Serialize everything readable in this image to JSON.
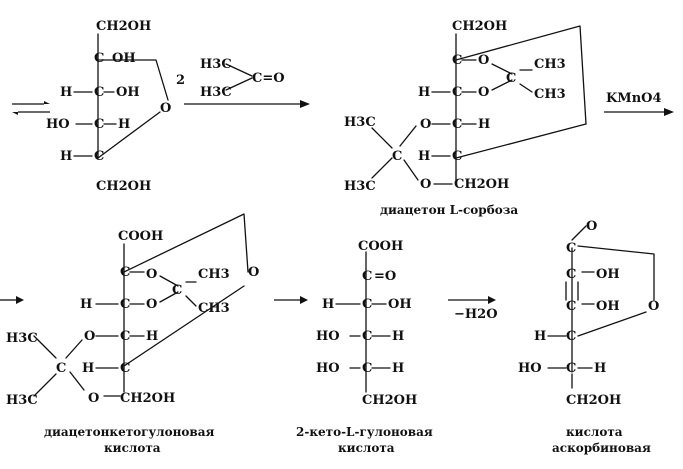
{
  "reagents": {
    "acetone_coefficient": "2",
    "oxidant": "KMnO4",
    "dehydration": "−H2O"
  },
  "labels": {
    "diacetone_sorbose": "диацетон L-сорбоза",
    "diacetone_ketogulonic_1": "диацетонкетогулоновая",
    "diacetone_ketogulonic_2": "кислота",
    "keto_gulonic_1": "2-кето-L-гулоновая",
    "keto_gulonic_2": "кислота",
    "ascorbic_1": "кислота",
    "ascorbic_2": "аскорбиновая"
  },
  "groups": {
    "CH2OH": "CH2OH",
    "COOH": "COOH",
    "OH": "OH",
    "H": "H",
    "HO": "HO",
    "O": "O",
    "C": "C",
    "CH3": "CH3",
    "H3C": "H3C",
    "C_eq_O": "C=O",
    "H3C_group": "H3C",
    "eq_O": "=O"
  }
}
